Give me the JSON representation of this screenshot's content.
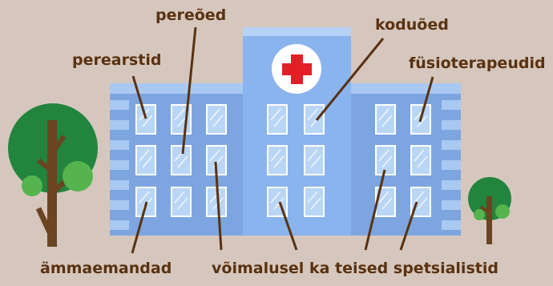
{
  "labels": {
    "pereoed": "pereõed",
    "koduoed": "koduõed",
    "perearstid": "perearstid",
    "fysioterapeudid": "füsioterapeudid",
    "ammaemandad": "ämmaemandad",
    "spetsialistid": "võimalusel ka teised spetsialistid"
  },
  "colors": {
    "background": "#d6c7be",
    "label_text": "#5a3210",
    "leader_line": "#5a3210",
    "building_wing": "#7da6e0",
    "building_tower": "#8ab4ee",
    "window": "#b9d6f7",
    "cross": "#e41e26",
    "tree_canopy": "#23843e",
    "tree_trunk": "#6b4421"
  },
  "icons": [
    "hospital-building",
    "red-cross-icon",
    "tree-left",
    "tree-right"
  ]
}
